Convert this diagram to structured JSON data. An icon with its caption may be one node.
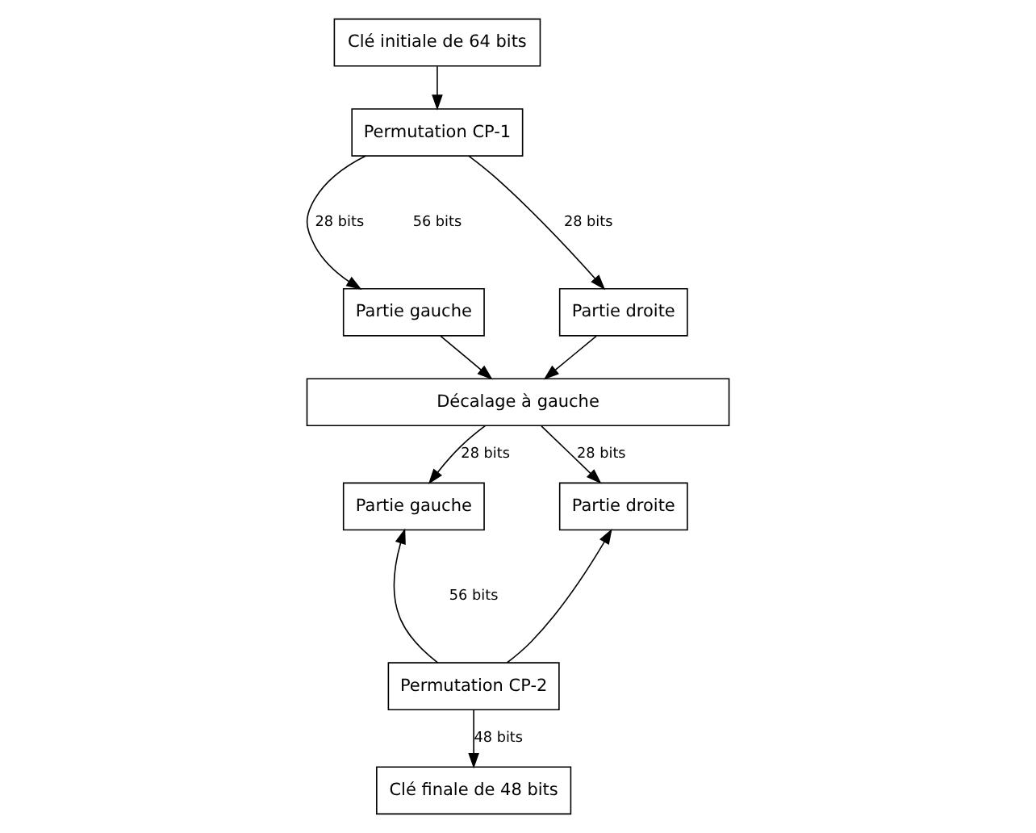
{
  "diagram": {
    "nodes": [
      {
        "text": [
          "Clé initiale de 64 bits"
        ]
      },
      {
        "text": [
          "Permutation CP-1"
        ]
      },
      {
        "text": [
          "Partie gauche"
        ]
      },
      {
        "text": [
          "Partie droite"
        ]
      },
      {
        "text": [
          "Décalage à gauche"
        ]
      },
      {
        "text": [
          "Partie gauche"
        ]
      },
      {
        "text": [
          "Partie droite"
        ]
      },
      {
        "text": [
          "Permutation CP-2"
        ]
      },
      {
        "text": [
          "Clé finale de 48 bits"
        ]
      }
    ],
    "edges": [
      {
        "from": 0,
        "to": 1,
        "arrow": "to"
      },
      {
        "from": 1,
        "to": 2,
        "arrow": "to",
        "label": "28 bits"
      },
      {
        "from": 1,
        "to": 3,
        "arrow": "to",
        "label": "28 bits"
      },
      {
        "from": 2,
        "to": 4,
        "arrow": "to"
      },
      {
        "from": 3,
        "to": 4,
        "arrow": "to"
      },
      {
        "from": 4,
        "to": 5,
        "arrow": "to",
        "label": "28 bits"
      },
      {
        "from": 4,
        "to": 6,
        "arrow": "to",
        "label": "28 bits"
      },
      {
        "from": 7,
        "to": 5,
        "arrow": "to"
      },
      {
        "from": 7,
        "to": 6,
        "arrow": "to"
      },
      {
        "from": 7,
        "to": 8,
        "arrow": "to",
        "label": "48 bits"
      }
    ],
    "labels": [
      "56 bits",
      "56 bits"
    ]
  }
}
